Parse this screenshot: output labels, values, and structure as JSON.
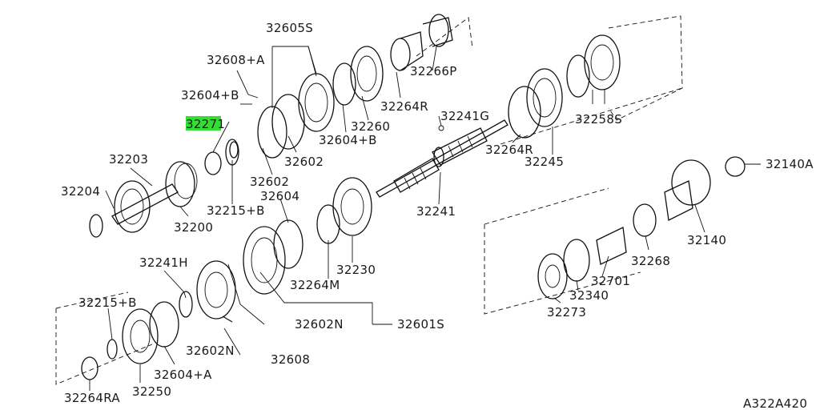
{
  "diagram": {
    "reference_code": "A322A420",
    "highlighted_part": "32271",
    "labels": {
      "p32605S": "32605S",
      "p32608A": "32608+A",
      "p32604B_top": "32604+B",
      "p32271": "32271",
      "p32203": "32203",
      "p32204": "32204",
      "p32200": "32200",
      "p32215B_top": "32215+B",
      "p32602_top": "32602",
      "p32602_mid": "32602",
      "p32604": "32604",
      "p32266P": "32266P",
      "p32264R_top": "32264R",
      "p32260": "32260",
      "p32604B_mid": "32604+B",
      "p32241G": "32241G",
      "p32264R_mid": "32264R",
      "p32245": "32245",
      "p32258S": "32258S",
      "p32241": "32241",
      "p32230": "32230",
      "p32264M": "32264M",
      "p32241H": "32241H",
      "p32215B_low": "32215+B",
      "p32602N_a": "32602N",
      "p32602N_b": "32602N",
      "p32601S": "32601S",
      "p32608": "32608",
      "p32604A": "32604+A",
      "p32250": "32250",
      "p32264RA": "32264RA",
      "p32140A": "32140A",
      "p32140": "32140",
      "p32268": "32268",
      "p32701": "32701",
      "p32340": "32340",
      "p32273": "32273"
    }
  }
}
